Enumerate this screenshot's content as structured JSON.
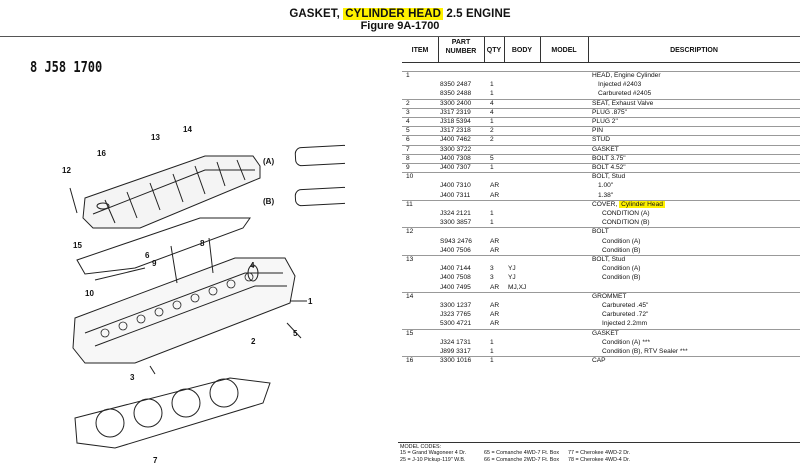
{
  "header": {
    "title_prefix": "GASKET, ",
    "title_highlight": "CYLINDER HEAD",
    "title_suffix": " 2.5 ENGINE",
    "figure": "Figure  9A-1700"
  },
  "page_code": "8 J58 1700",
  "colors": {
    "highlight": "#fff200",
    "rule": "#333333"
  },
  "diagram": {
    "callouts": [
      "1",
      "2",
      "3",
      "4",
      "5",
      "6",
      "7",
      "8",
      "9",
      "10",
      "12",
      "13",
      "14",
      "15",
      "16"
    ],
    "detail_labels": [
      "(A)",
      "(B)"
    ]
  },
  "columns": {
    "item": "ITEM",
    "part_line1": "PART",
    "part_line2": "NUMBER",
    "qty": "QTY",
    "body": "BODY",
    "model": "MODEL",
    "description": "DESCRIPTION"
  },
  "rows": [
    {
      "item": "1",
      "part": "",
      "qty": "",
      "body": "",
      "desc": "HEAD, Engine Cylinder",
      "level": 0
    },
    {
      "item": "",
      "part": "8350 2487",
      "qty": "1",
      "body": "",
      "desc": "Injected #2403",
      "level": 1
    },
    {
      "item": "",
      "part": "8350 2488",
      "qty": "1",
      "body": "",
      "desc": "Carbureted #2405",
      "level": 1
    },
    {
      "item": "2",
      "part": "3300 2400",
      "qty": "4",
      "body": "",
      "desc": "SEAT, Exhaust Valve",
      "level": 0
    },
    {
      "item": "3",
      "part": "J317 2319",
      "qty": "4",
      "body": "",
      "desc": "PLUG .875\"",
      "level": 0
    },
    {
      "item": "4",
      "part": "J318 5394",
      "qty": "1",
      "body": "",
      "desc": "PLUG 2\"",
      "level": 0
    },
    {
      "item": "5",
      "part": "J317 2318",
      "qty": "2",
      "body": "",
      "desc": "PIN",
      "level": 0
    },
    {
      "item": "6",
      "part": "J400 7462",
      "qty": "2",
      "body": "",
      "desc": "STUD",
      "level": 0
    },
    {
      "item": "7",
      "part": "3300 3722",
      "qty": "",
      "body": "",
      "desc": "GASKET",
      "level": 0
    },
    {
      "item": "8",
      "part": "J400 7308",
      "qty": "5",
      "body": "",
      "desc": "BOLT 3.75\"",
      "level": 0
    },
    {
      "item": "9",
      "part": "J400 7307",
      "qty": "1",
      "body": "",
      "desc": "BOLT 4.52\"",
      "level": 0
    },
    {
      "item": "10",
      "part": "",
      "qty": "",
      "body": "",
      "desc": "BOLT, Stud",
      "level": 0
    },
    {
      "item": "",
      "part": "J400 7310",
      "qty": "AR",
      "body": "",
      "desc": "1.00\"",
      "level": 1
    },
    {
      "item": "",
      "part": "J400 7311",
      "qty": "AR",
      "body": "",
      "desc": "1.38\"",
      "level": 1
    },
    {
      "item": "11",
      "part": "",
      "qty": "",
      "body": "",
      "desc_prefix": "COVER, ",
      "desc_highlight": "Cylinder Head",
      "level": 0
    },
    {
      "item": "",
      "part": "J324 2121",
      "qty": "1",
      "body": "",
      "desc": "CONDITION (A)",
      "level": 2
    },
    {
      "item": "",
      "part": "3300 3857",
      "qty": "1",
      "body": "",
      "desc": "CONDITION (B)",
      "level": 2
    },
    {
      "item": "12",
      "part": "",
      "qty": "",
      "body": "",
      "desc": "BOLT",
      "level": 0
    },
    {
      "item": "",
      "part": "S943 2476",
      "qty": "AR",
      "body": "",
      "desc": "Condition (A)",
      "level": 2
    },
    {
      "item": "",
      "part": "J400 7506",
      "qty": "AR",
      "body": "",
      "desc": "Condition (B)",
      "level": 2
    },
    {
      "item": "13",
      "part": "",
      "qty": "",
      "body": "",
      "desc": "BOLT, Stud",
      "level": 0
    },
    {
      "item": "",
      "part": "J400 7144",
      "qty": "3",
      "body": "YJ",
      "desc": "Condition (A)",
      "level": 2
    },
    {
      "item": "",
      "part": "J400 7508",
      "qty": "3",
      "body": "YJ",
      "desc": "Condition (B)",
      "level": 2
    },
    {
      "item": "",
      "part": "J400 7495",
      "qty": "AR",
      "body": "MJ,XJ",
      "desc": "",
      "level": 0
    },
    {
      "item": "14",
      "part": "",
      "qty": "",
      "body": "",
      "desc": "GROMMET",
      "level": 0
    },
    {
      "item": "",
      "part": "3300 1237",
      "qty": "AR",
      "body": "",
      "desc": "Carbureted .45\"",
      "level": 2
    },
    {
      "item": "",
      "part": "J323 7765",
      "qty": "AR",
      "body": "",
      "desc": "Carbureted .72\"",
      "level": 2
    },
    {
      "item": "",
      "part": "5300 4721",
      "qty": "AR",
      "body": "",
      "desc": "Injected 2.2mm",
      "level": 2
    },
    {
      "item": "15",
      "part": "",
      "qty": "",
      "body": "",
      "desc": "GASKET",
      "level": 0
    },
    {
      "item": "",
      "part": "J324 1731",
      "qty": "1",
      "body": "",
      "desc": "Condition (A) ***",
      "level": 2
    },
    {
      "item": "",
      "part": "J899 3317",
      "qty": "1",
      "body": "",
      "desc": "Condition (B), RTV Sealer ***",
      "level": 2
    },
    {
      "item": "16",
      "part": "3300 1016",
      "qty": "1",
      "body": "",
      "desc": "CAP",
      "level": 0
    }
  ],
  "footer": {
    "title": "MODEL CODES:",
    "codes": [
      [
        "15 = Grand Wagoneer 4 Dr.",
        "65 = Comanche 4WD-7 Ft. Box",
        "77 = Cherokee 4WD-2 Dr."
      ],
      [
        "25 = J-10 Pickup-119\" W.B.",
        "66 = Comanche 2WD-7 Ft. Box",
        "78 = Cherokee 4WD-4 Dr."
      ]
    ]
  }
}
